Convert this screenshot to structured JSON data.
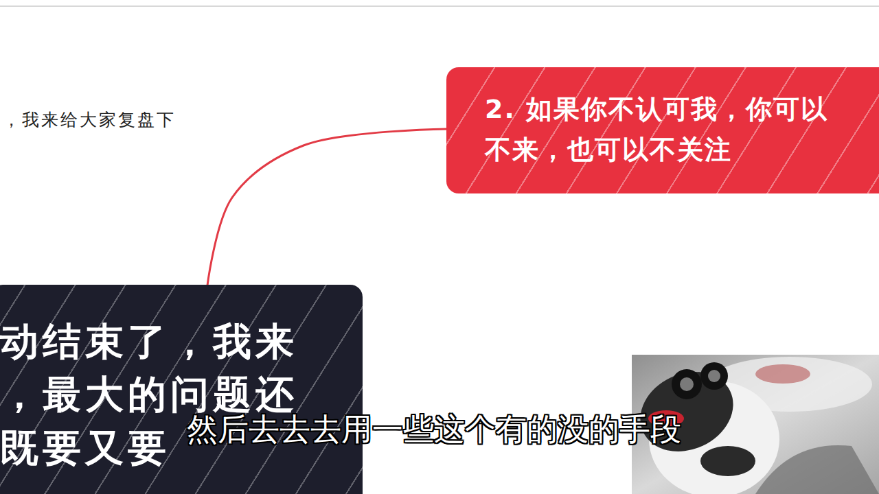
{
  "diagram": {
    "nodes": [
      {
        "text": [
          "2. 如果你不认可我，你可以不来，也可以不关注"
        ]
      },
      {
        "text": [
          "动结束了，我来 ，最大的问题还 既要又要"
        ]
      }
    ],
    "edges": [
      {
        "from": 1,
        "to": 0,
        "arrow": "none"
      }
    ],
    "labels": [
      "，我来给大家复盘下",
      "然后去去去用一些这个有的没的手段"
    ]
  }
}
